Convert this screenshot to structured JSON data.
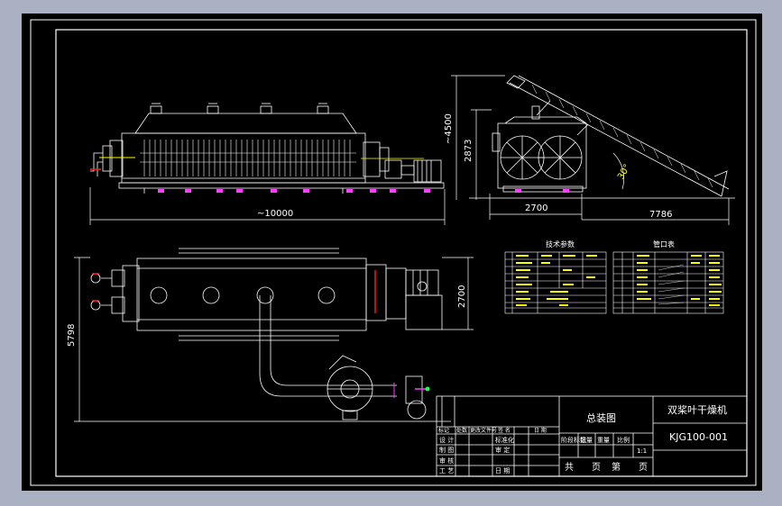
{
  "drawing": {
    "dimensions": {
      "side_length": "~10000",
      "end_height_total": "~4500",
      "end_height": "2873",
      "end_width": "2700",
      "conveyor_reach": "7786",
      "conveyor_angle": "30°",
      "plan_width": "2700",
      "plan_total": "5798"
    },
    "tables": {
      "tech_title": "技术参数",
      "port_title": "管口表"
    }
  },
  "title_block": {
    "drawing_name": "总装图",
    "machine_name": "双桨叶干燥机",
    "drawing_no": "KJG100-001",
    "scale": "1:1",
    "row_labels": [
      "设 计",
      "制 图",
      "审 核",
      "工 艺"
    ],
    "mid_labels": [
      "标准化",
      "审 定",
      "日 期"
    ],
    "header_labels": [
      "标记",
      "处数",
      "更改文件号",
      "签 名",
      "日 期"
    ],
    "stage_headers": [
      "阶段标记",
      "数量",
      "重量",
      "比例"
    ],
    "sheet_info": [
      "共",
      "页",
      "第",
      "页"
    ]
  },
  "colors": {
    "background": "#a9b1c3",
    "sheet": "#000000",
    "line": "#ffffff",
    "accent_yellow": "#ffff00",
    "accent_magenta": "#ff3dff",
    "accent_red": "#ff2020",
    "accent_green": "#20ff40"
  }
}
